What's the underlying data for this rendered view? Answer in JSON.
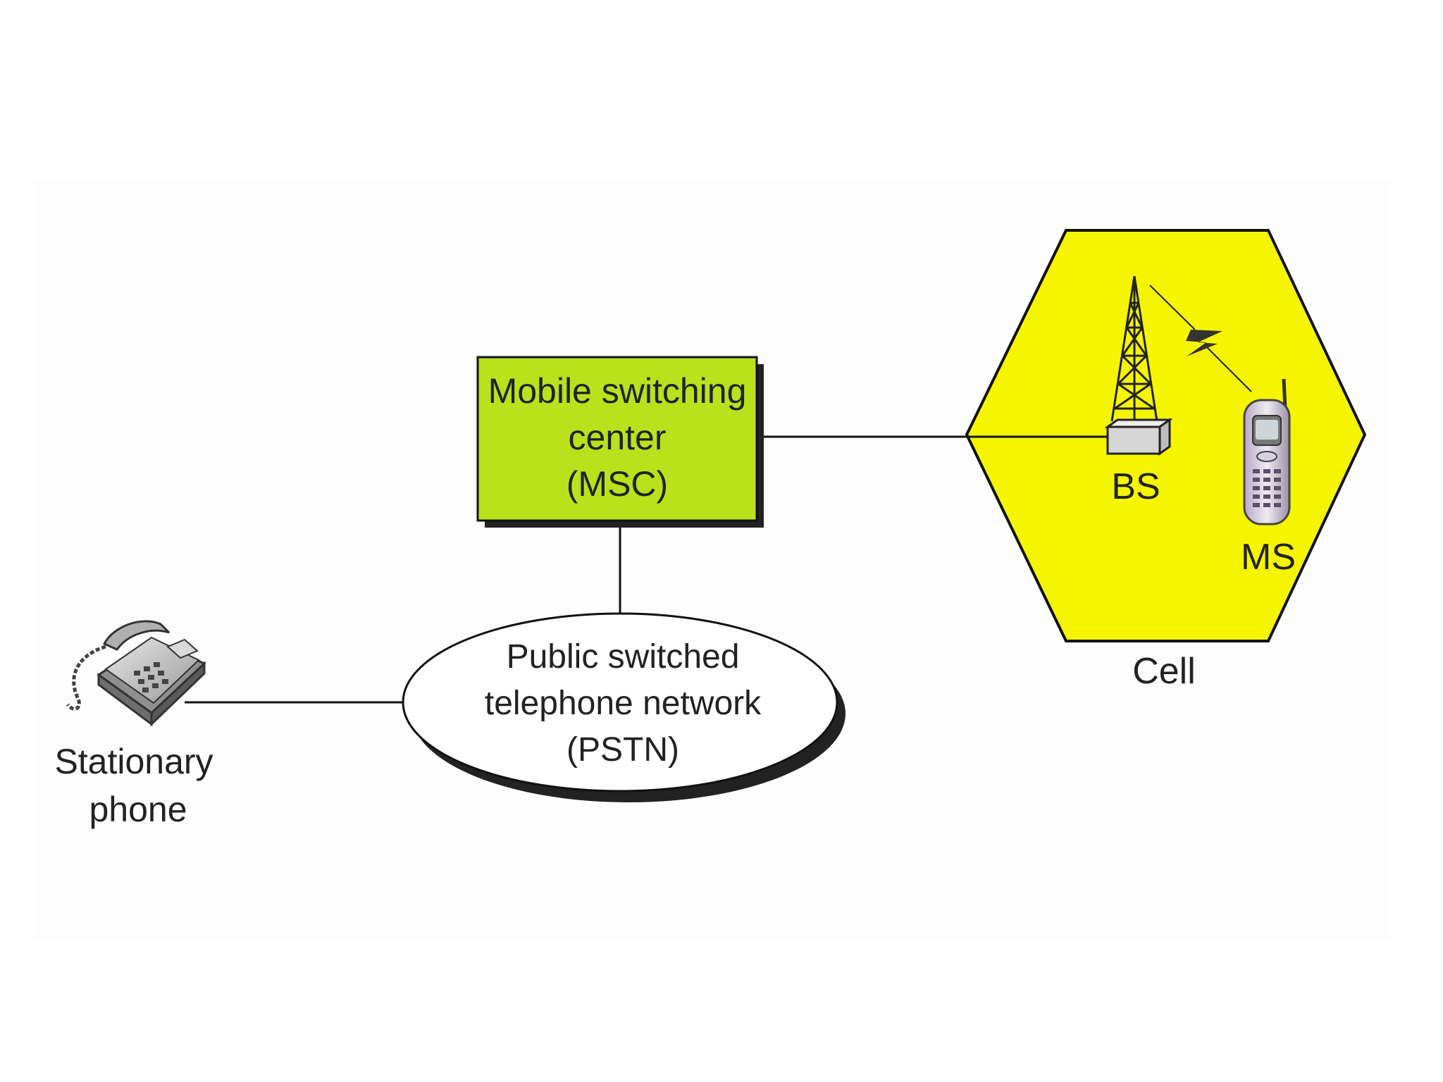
{
  "colors": {
    "page_bg": "#ffffff",
    "panel_bg": "#fdfdfd",
    "msc_fill": "#bbe11d",
    "cell_fill": "#f5f500",
    "shadow": "#222222",
    "line": "#111111",
    "text": "#222222"
  },
  "msc": {
    "line1": "Mobile switching",
    "line2": "center",
    "line3": "(MSC)"
  },
  "pstn": {
    "line1": "Public switched",
    "line2": "telephone network",
    "line3": "(PSTN)"
  },
  "phone": {
    "icon": "desk-telephone-icon",
    "line1": "Stationary",
    "line2": "phone"
  },
  "cell": {
    "label": "Cell",
    "base_station": {
      "icon": "antenna-tower-icon",
      "label": "BS"
    },
    "mobile_station": {
      "icon": "mobile-phone-icon",
      "label": "MS"
    },
    "link_icon": "lightning-bolt-icon"
  }
}
